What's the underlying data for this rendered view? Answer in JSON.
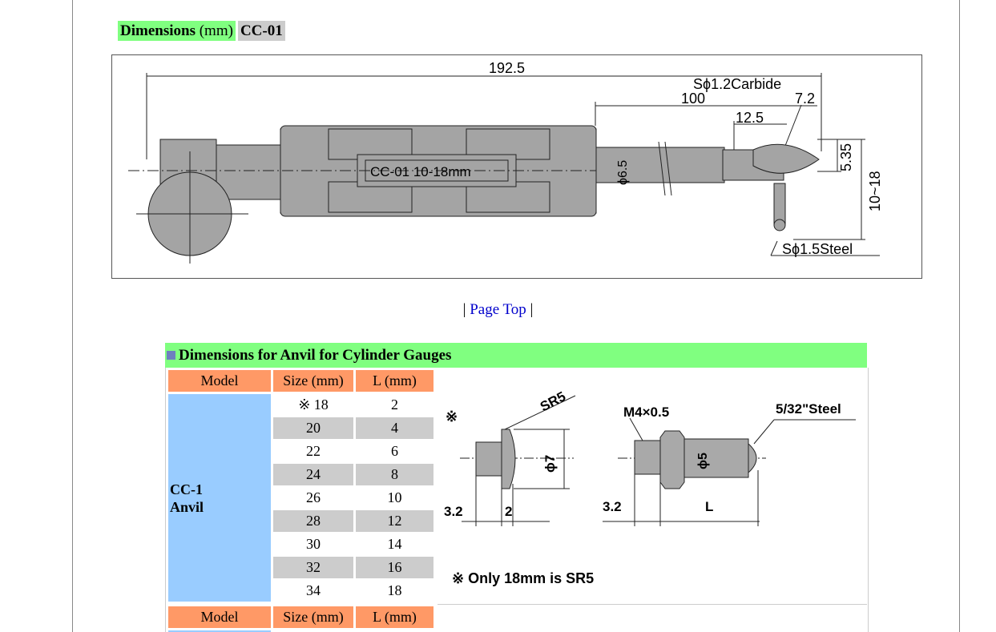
{
  "dimensions_title": {
    "label": "Dimensions",
    "unit": "(mm)",
    "model": "CC-01"
  },
  "drawing": {
    "overall": "192.5",
    "s_carbide": "Sϕ1.2Carbide",
    "d100": "100",
    "d7_2": "7.2",
    "d12_5": "12.5",
    "d5_35": "5.35",
    "range": "10~18",
    "phi": "ϕ6.5",
    "model_label": "CC-01 10-18mm",
    "s_steel": "Sϕ1.5Steel"
  },
  "page_top": {
    "prefix": "| ",
    "link": "Page Top",
    "suffix": " |"
  },
  "anvil_section": {
    "title": "Dimensions for Anvil for Cylinder Gauges",
    "headers": [
      "Model",
      "Size (mm)",
      "L (mm)"
    ],
    "model_line1": "CC-1",
    "model_line2": "Anvil",
    "rows": [
      {
        "size": "※ 18",
        "l": "2"
      },
      {
        "size": "20",
        "l": "4"
      },
      {
        "size": "22",
        "l": "6"
      },
      {
        "size": "24",
        "l": "8"
      },
      {
        "size": "26",
        "l": "10"
      },
      {
        "size": "28",
        "l": "12"
      },
      {
        "size": "30",
        "l": "14"
      },
      {
        "size": "32",
        "l": "16"
      },
      {
        "size": "34",
        "l": "18"
      }
    ],
    "figure": {
      "mark": "※",
      "sr5": "SR5",
      "phi7": "ϕ7",
      "left_3_2": "3.2",
      "left_2": "2",
      "m4": "M4×0.5",
      "steel": "5/32\"Steel",
      "phi5": "ϕ5",
      "right_3_2": "3.2",
      "l": "L",
      "note": "※ Only 18mm is SR5"
    }
  }
}
